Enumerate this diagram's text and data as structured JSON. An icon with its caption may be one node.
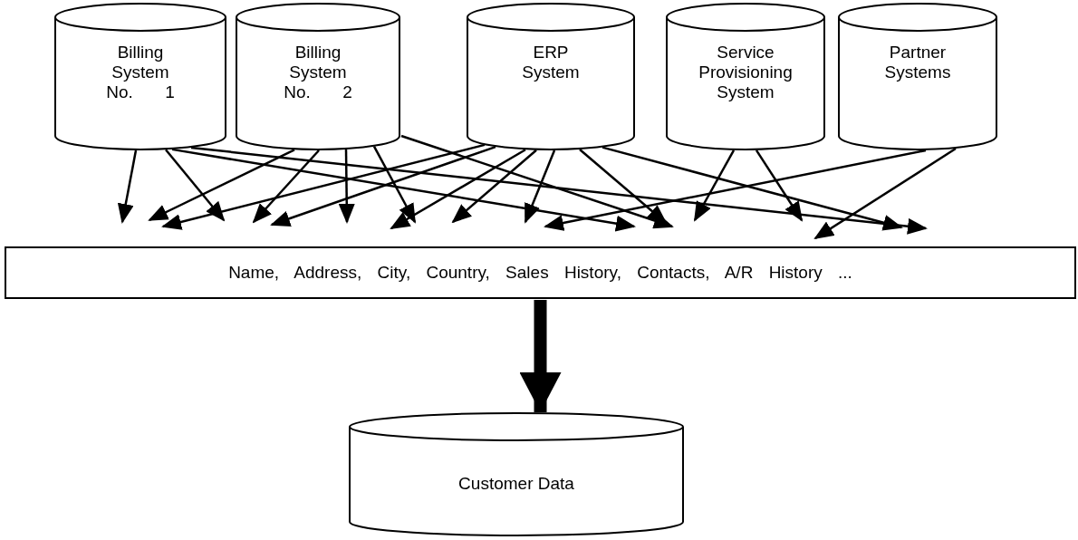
{
  "diagram": {
    "nodes": [
      {
        "text": [
          "Billing System No. 1"
        ]
      },
      {
        "text": [
          "Billing System No. 2"
        ]
      },
      {
        "text": [
          "ERP System"
        ]
      },
      {
        "text": [
          "Service Provisioning System"
        ]
      },
      {
        "text": [
          "Partner Systems"
        ]
      },
      {
        "text": [
          "Name, Address, City, Country, Sales History, Contacts, A/R History ..."
        ]
      },
      {
        "text": [
          "Customer Data"
        ]
      }
    ],
    "edges": [
      {
        "from": 0,
        "to": 5,
        "arrow": "to"
      },
      {
        "from": 0,
        "to": 5,
        "arrow": "to"
      },
      {
        "from": 0,
        "to": 5,
        "arrow": "to"
      },
      {
        "from": 0,
        "to": 5,
        "arrow": "to"
      },
      {
        "from": 1,
        "to": 5,
        "arrow": "to"
      },
      {
        "from": 1,
        "to": 5,
        "arrow": "to"
      },
      {
        "from": 1,
        "to": 5,
        "arrow": "to"
      },
      {
        "from": 1,
        "to": 5,
        "arrow": "to"
      },
      {
        "from": 1,
        "to": 5,
        "arrow": "to"
      },
      {
        "from": 2,
        "to": 5,
        "arrow": "to"
      },
      {
        "from": 2,
        "to": 5,
        "arrow": "to"
      },
      {
        "from": 2,
        "to": 5,
        "arrow": "to"
      },
      {
        "from": 2,
        "to": 5,
        "arrow": "to"
      },
      {
        "from": 2,
        "to": 5,
        "arrow": "to"
      },
      {
        "from": 2,
        "to": 5,
        "arrow": "to"
      },
      {
        "from": 2,
        "to": 5,
        "arrow": "to"
      },
      {
        "from": 3,
        "to": 5,
        "arrow": "to"
      },
      {
        "from": 3,
        "to": 5,
        "arrow": "to"
      },
      {
        "from": 4,
        "to": 5,
        "arrow": "to"
      },
      {
        "from": 4,
        "to": 5,
        "arrow": "to"
      },
      {
        "from": 5,
        "to": 6,
        "arrow": "to",
        "style": "thick"
      }
    ]
  }
}
